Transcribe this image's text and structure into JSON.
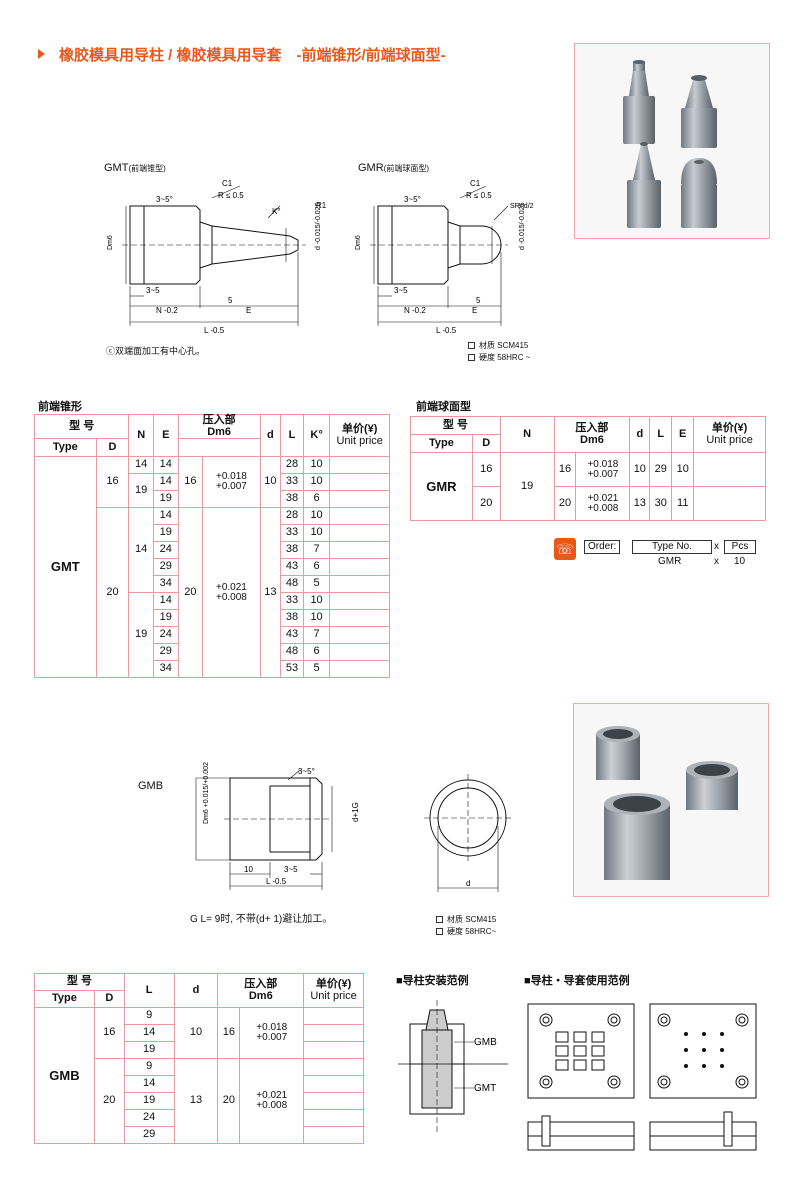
{
  "title": "橡胶模具用导柱 / 橡胶模具用导套　-前端锥形/前端球面型-",
  "gmt_drawing": {
    "label": "GMT",
    "sub": "(前端锥型)",
    "dims": [
      "3~5°",
      "C1",
      "R ≤ 0.5",
      "K°",
      "R1",
      "Dm6",
      "d -0.015/-0.025",
      "3~5",
      "5",
      "N -0.2",
      "E",
      "L -0.5"
    ],
    "n_label": "N",
    "n_tol": "0 -0.2",
    "l_label": "L",
    "l_tol": "0 -0.5",
    "note": "双端面加工有中心孔。"
  },
  "gmr_drawing": {
    "label": "GMR",
    "sub": "(前端球面型)",
    "sr": "SR=d/2",
    "material_label": "材质",
    "material": "SCM415",
    "hardness_label": "硬度",
    "hardness": "58HRC ~"
  },
  "gmt_table": {
    "section": "前端锥形",
    "headers": {
      "type_cn": "型 号",
      "type": "Type",
      "d_head": "D",
      "n": "N",
      "e": "E",
      "press_cn": "压入部",
      "press": "Dm6",
      "d": "d",
      "l": "L",
      "k": "K°",
      "price_cn": "单价(¥)",
      "price": "Unit price"
    },
    "type_value": "GMT",
    "groups": [
      {
        "D": "16",
        "dm6": "16",
        "tol": [
          "+0.018",
          "+0.007"
        ],
        "d": "10",
        "subgroups": [
          {
            "N": "14",
            "rows": [
              {
                "E": "14",
                "L": "28",
                "K": "10"
              }
            ]
          },
          {
            "N": "19",
            "rows": [
              {
                "E": "14",
                "L": "33",
                "K": "10"
              },
              {
                "E": "19",
                "L": "38",
                "K": "6"
              }
            ]
          }
        ]
      },
      {
        "D": "20",
        "dm6": "20",
        "tol": [
          "+0.021",
          "+0.008"
        ],
        "d": "13",
        "subgroups": [
          {
            "N": "14",
            "rows": [
              {
                "E": "14",
                "L": "28",
                "K": "10"
              },
              {
                "E": "19",
                "L": "33",
                "K": "10"
              },
              {
                "E": "24",
                "L": "38",
                "K": "7"
              },
              {
                "E": "29",
                "L": "43",
                "K": "6"
              },
              {
                "E": "34",
                "L": "48",
                "K": "5"
              }
            ]
          },
          {
            "N": "19",
            "rows": [
              {
                "E": "14",
                "L": "33",
                "K": "10"
              },
              {
                "E": "19",
                "L": "38",
                "K": "10"
              },
              {
                "E": "24",
                "L": "43",
                "K": "7"
              },
              {
                "E": "29",
                "L": "48",
                "K": "6"
              },
              {
                "E": "34",
                "L": "53",
                "K": "5"
              }
            ]
          }
        ]
      }
    ]
  },
  "gmr_table": {
    "section": "前端球面型",
    "type_value": "GMR",
    "n_value": "19",
    "rows": [
      {
        "D": "16",
        "dm6": "16",
        "tol": [
          "+0.018",
          "+0.007"
        ],
        "d": "10",
        "L": "29",
        "E": "10"
      },
      {
        "D": "20",
        "dm6": "20",
        "tol": [
          "+0.021",
          "+0.008"
        ],
        "d": "13",
        "L": "30",
        "E": "11"
      }
    ]
  },
  "order": {
    "label": "Order:",
    "col1": "Type No.",
    "x": "x",
    "col2": "Pcs",
    "val1": "GMR",
    "val2": "10"
  },
  "gmb_drawing": {
    "label": "GMB",
    "dims": [
      "3~5°",
      "Dm6 +0.015/+0.002",
      "d+1G",
      "10",
      "3~5",
      "L -0.5",
      "d"
    ],
    "note": "G L= 9时, 不带(d+ 1)避让加工。",
    "material_label": "材质",
    "material": "SCM415",
    "hardness_label": "硬度",
    "hardness": "58HRC~"
  },
  "gmb_table": {
    "type_value": "GMB",
    "groups": [
      {
        "D": "16",
        "d": "10",
        "dm6": "16",
        "tol": [
          "+0.018",
          "+0.007"
        ],
        "L": [
          "9",
          "14",
          "19"
        ]
      },
      {
        "D": "20",
        "d": "13",
        "dm6": "20",
        "tol": [
          "+0.021",
          "+0.008"
        ],
        "L": [
          "9",
          "14",
          "19",
          "24",
          "29"
        ]
      }
    ],
    "l_head": "L"
  },
  "install": {
    "title": "■导柱安装范例",
    "gmb": "GMB",
    "gmt": "GMT"
  },
  "usage": {
    "title": "■导柱・导套使用范例"
  }
}
